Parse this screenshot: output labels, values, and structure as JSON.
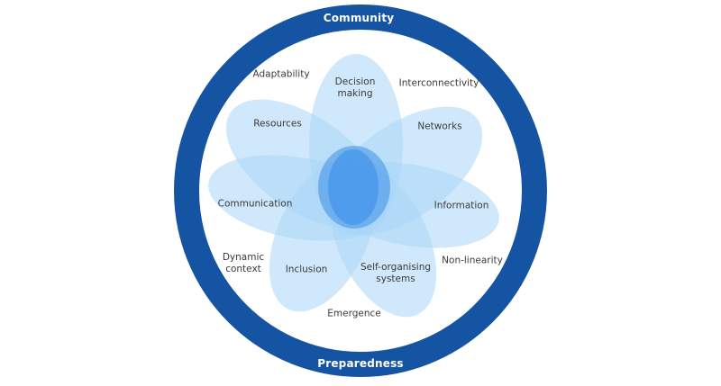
{
  "diagram": {
    "ring": {
      "top_label": "Community",
      "bottom_label": "Preparedness",
      "color": "#1553A3"
    },
    "petals": {
      "fill_color": "#9fd0f5",
      "core_color": "#3b8fe8",
      "items": [
        {
          "label_line1": "Decision",
          "label_line2": "making"
        },
        {
          "label_line1": "Networks",
          "label_line2": ""
        },
        {
          "label_line1": "Information",
          "label_line2": ""
        },
        {
          "label_line1": "Self-organising",
          "label_line2": "systems"
        },
        {
          "label_line1": "Inclusion",
          "label_line2": ""
        },
        {
          "label_line1": "Communication",
          "label_line2": ""
        },
        {
          "label_line1": "Resources",
          "label_line2": ""
        }
      ]
    },
    "outer_concepts": {
      "adaptability": "Adaptability",
      "interconnectivity": "Interconnectivity",
      "dynamic_line1": "Dynamic",
      "dynamic_line2": "context",
      "non_linearity": "Non-linearity",
      "emergence": "Emergence"
    }
  }
}
